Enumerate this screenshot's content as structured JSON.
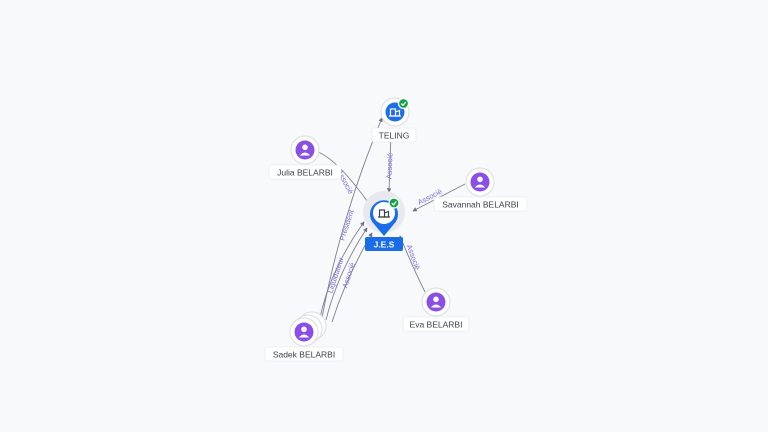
{
  "nodes": [
    {
      "id": "jes",
      "label": "J.E.S",
      "kind": "company",
      "verified": true,
      "center": true
    },
    {
      "id": "teling",
      "label": "TELING",
      "kind": "company",
      "verified": true
    },
    {
      "id": "julia",
      "label": "Julia BELARBI",
      "kind": "person"
    },
    {
      "id": "savannah",
      "label": "Savannah BELARBI",
      "kind": "person"
    },
    {
      "id": "eva",
      "label": "Eva BELARBI",
      "kind": "person"
    },
    {
      "id": "sadek",
      "label": "Sadek BELARBI",
      "kind": "person"
    }
  ],
  "edges": [
    {
      "from": "teling",
      "to": "jes",
      "label": "Associé"
    },
    {
      "from": "julia",
      "to": "jes",
      "label": "Associé"
    },
    {
      "from": "savannah",
      "to": "jes",
      "label": "Associé"
    },
    {
      "from": "eva",
      "to": "jes",
      "label": "Associé"
    },
    {
      "from": "sadek",
      "to": "jes",
      "label": "Président"
    },
    {
      "from": "sadek",
      "to": "jes",
      "label": "Liquidateur"
    },
    {
      "from": "sadek",
      "to": "jes",
      "label": "Associé"
    },
    {
      "from": "sadek",
      "to": "teling",
      "label": ""
    }
  ],
  "colors": {
    "person": "#8b4fe6",
    "company": "#1e6ee8",
    "verified": "#16a34a",
    "edge_label": "#7c6cd6"
  },
  "icons": {
    "person": "person-icon",
    "company": "building-icon",
    "verified": "check-badge-icon"
  }
}
